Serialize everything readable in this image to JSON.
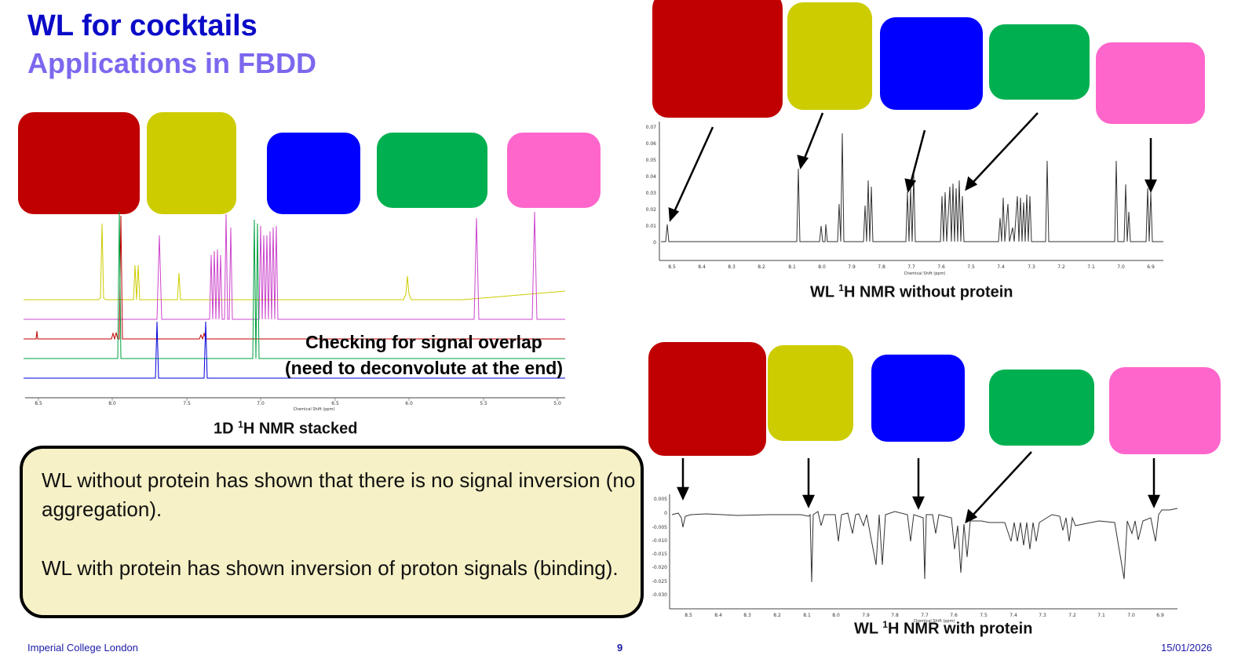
{
  "title": "WL for cocktails",
  "subtitle": "Applications in FBDD",
  "stacked": {
    "caption_pre": "1D ",
    "caption_sup": "1",
    "caption_post": "H NMR stacked",
    "overlap_line1": "Checking for signal overlap",
    "overlap_line2": "(need to deconvolute at the end)",
    "ticks": [
      "8.5",
      "8.0",
      "7.5",
      "7.0",
      "6.5",
      "6.0",
      "5.5",
      "5.0"
    ],
    "axis_title": "Chemical Shift (ppm)"
  },
  "without_protein": {
    "caption_pre": "WL ",
    "caption_sup": "1",
    "caption_post": "H NMR without protein",
    "yticks": [
      "0.07",
      "0.06",
      "0.05",
      "0.04",
      "0.03",
      "0.02",
      "0.01",
      "0"
    ],
    "xticks": [
      "8.5",
      "8.4",
      "8.3",
      "8.2",
      "8.1",
      "8.0",
      "7.9",
      "7.8",
      "7.7",
      "7.6",
      "7.5",
      "7.4",
      "7.3",
      "7.2",
      "7.1",
      "7.0",
      "6.9"
    ],
    "axis_title": "Chemical Shift (ppm)"
  },
  "with_protein": {
    "caption_pre": "WL ",
    "caption_sup": "1",
    "caption_post": "H NMR with protein",
    "yticks": [
      "0.005",
      "0",
      "-0.005",
      "-0.010",
      "-0.015",
      "-0.020",
      "-0.025",
      "-0.030"
    ],
    "xticks": [
      "8.5",
      "8.4",
      "8.3",
      "8.2",
      "8.1",
      "8.0",
      "7.9",
      "7.8",
      "7.7",
      "7.6",
      "7.5",
      "7.4",
      "7.3",
      "7.2",
      "7.1",
      "7.0",
      "6.9"
    ],
    "axis_title": "Chemical Shift (ppm)"
  },
  "callout": {
    "para1": "WL without protein has shown that there is no signal inversion (no aggregation).",
    "para2": "WL with protein has shown inversion of proton signals (binding)."
  },
  "footer": {
    "org": "Imperial College London",
    "page": "9",
    "date": "15/01/2026"
  },
  "colors": {
    "title": "#0a0ac8",
    "subtitle": "#7b68ee",
    "red": "#c00000",
    "yellow": "#cccc00",
    "blue": "#0000ff",
    "green": "#00b050",
    "pink": "#ff66cc",
    "callout_bg": "#f6f1c6"
  }
}
